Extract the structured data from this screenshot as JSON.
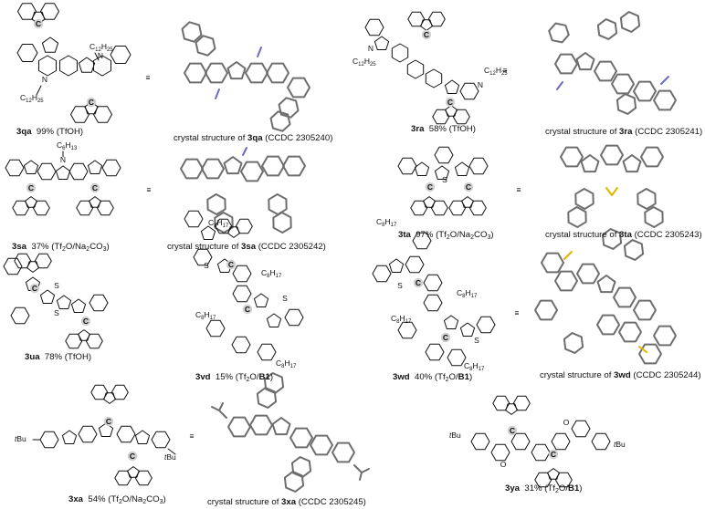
{
  "compounds": [
    {
      "id": "3qa",
      "yield": "99%",
      "conditions": "(TfOH)",
      "crystal": {
        "prefix": "crystal structure of",
        "ccdc": "(CCDC 2305240)"
      }
    },
    {
      "id": "3ra",
      "yield": "58%",
      "conditions": "(TfOH)",
      "crystal": {
        "prefix": "crystal structure of",
        "ccdc": "(CCDC 2305241)"
      }
    },
    {
      "id": "3sa",
      "yield": "37%",
      "conditions": "(Tf2O/Na2CO3)",
      "crystal": {
        "prefix": "crystal structure of",
        "ccdc": "(CCDC 2305242)"
      }
    },
    {
      "id": "3ta",
      "yield": "97%",
      "conditions": "(Tf2O/Na2CO3)",
      "crystal": {
        "prefix": "crystal structure of",
        "ccdc": "(CCDC 2305243)"
      }
    },
    {
      "id": "3ua",
      "yield": "78%",
      "conditions": "(TfOH)"
    },
    {
      "id": "3vd",
      "yield": "15%",
      "conditions": "(Tf2O/B1)"
    },
    {
      "id": "3wd",
      "yield": "40%",
      "conditions": "(Tf2O/B1)",
      "crystal": {
        "prefix": "crystal structure of",
        "ccdc": "(CCDC 2305244)"
      }
    },
    {
      "id": "3xa",
      "yield": "54%",
      "conditions": "(Tf2O/Na2CO3)",
      "crystal": {
        "prefix": "crystal structure of",
        "ccdc": "(CCDC 2305245)"
      }
    },
    {
      "id": "3ya",
      "yield": "31%",
      "conditions": "(Tf2O/B1)"
    }
  ],
  "atom_labels": {
    "spiro_c": "C",
    "nitrogen": "N",
    "sulfur": "S",
    "oxygen": "O",
    "c12h25": "C12H25",
    "c8h17": "C8H17",
    "c6h13": "C6H13",
    "tbu": "tBu"
  },
  "equivalence_symbol": "≡",
  "colors": {
    "bond": "#111111",
    "crystal_bond": "#6e6e6e",
    "nitrogen_crystal": "#6b6bc8",
    "sulfur_crystal": "#e0b400"
  }
}
